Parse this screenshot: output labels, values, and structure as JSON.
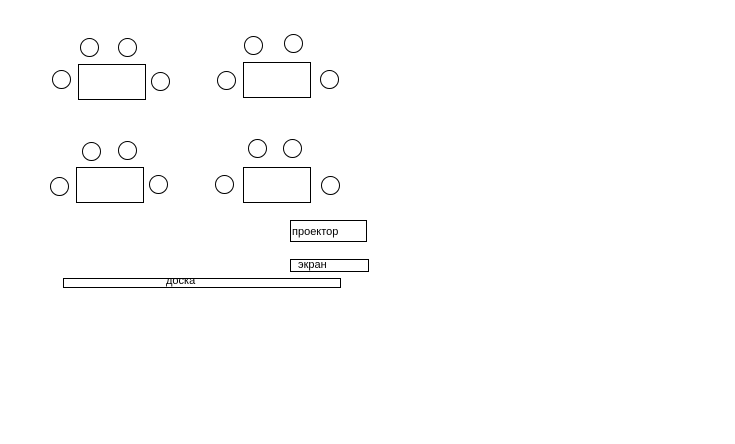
{
  "diagram": {
    "labels": {
      "projector": "проектор",
      "screen": "экран",
      "board": "доска"
    },
    "colors": {
      "background": "#ffffff",
      "stroke": "#000000"
    },
    "groups": [
      {
        "id": "group-top-left",
        "chairs": 4,
        "tables": 1
      },
      {
        "id": "group-top-right",
        "chairs": 4,
        "tables": 1
      },
      {
        "id": "group-bottom-left",
        "chairs": 4,
        "tables": 1
      },
      {
        "id": "group-bottom-right",
        "chairs": 4,
        "tables": 1
      }
    ]
  }
}
